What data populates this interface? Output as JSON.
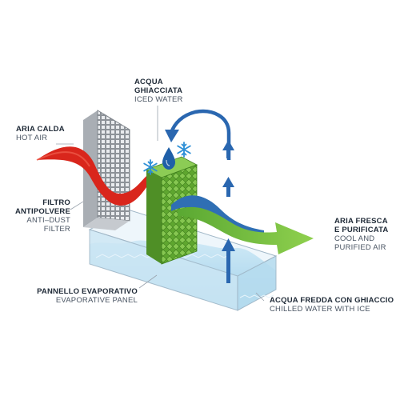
{
  "labels": {
    "iced_water": {
      "it": [
        "ACQUA",
        "GHIACCIATA"
      ],
      "en": [
        "ICED WATER"
      ]
    },
    "hot_air": {
      "it": [
        "ARIA CALDA"
      ],
      "en": [
        "HOT AIR"
      ]
    },
    "dust_filter": {
      "it": [
        "FILTRO",
        "ANTIPOLVERE"
      ],
      "en": [
        "ANTI–DUST FILTER"
      ]
    },
    "fresh_air": {
      "it": [
        "ARIA FRESCA",
        "E PURIFICATA"
      ],
      "en": [
        "COOL AND",
        "PURIFIED AIR"
      ]
    },
    "evaporative_panel": {
      "it": [
        "PANNELLO EVAPORATIVO"
      ],
      "en": [
        "EVAPORATIVE PANEL"
      ]
    },
    "chilled_water": {
      "it": [
        "ACQUA FREDDA CON GHIACCIO"
      ],
      "en": [
        "CHILLED WATER WITH ICE"
      ]
    }
  },
  "colors": {
    "hot_air": "#d9261c",
    "fresh_air": "#7dc143",
    "cool_stream": "#2f6fb4",
    "water": "#b9def0",
    "arrow": "#2a67b0",
    "panel": "#6fb53a",
    "filter": "#b8bcc2",
    "snowflake": "#2d8fd6",
    "drop": "#1f5fa8"
  },
  "icons": [
    "snowflake-icon",
    "water-drop-icon",
    "up-arrow-icon",
    "circulation-arrow-icon"
  ]
}
